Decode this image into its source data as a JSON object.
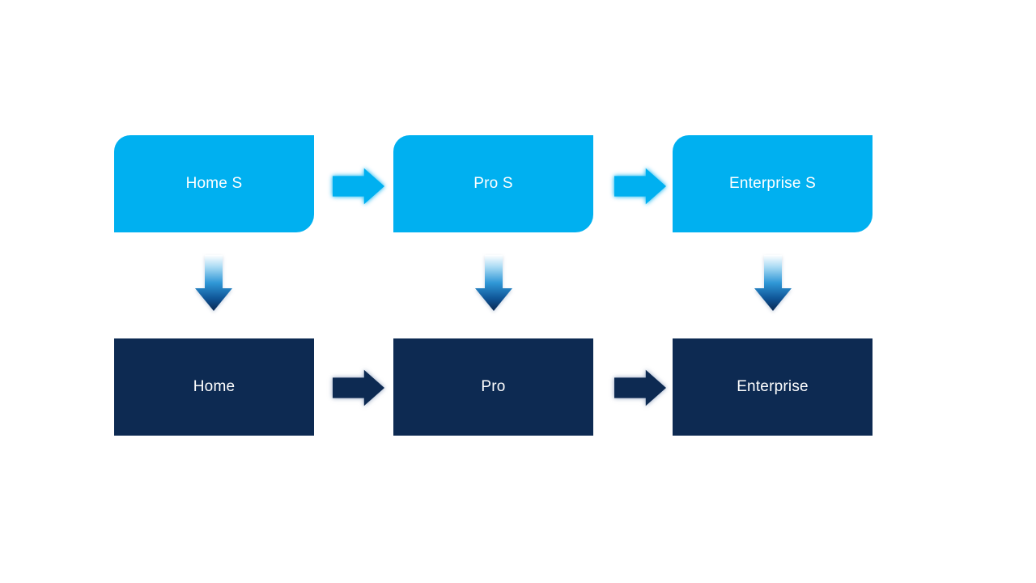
{
  "diagram": {
    "type": "flow",
    "columns": [
      {
        "top": "Home S",
        "bottom": "Home"
      },
      {
        "top": "Pro S",
        "bottom": "Pro"
      },
      {
        "top": "Enterprise S",
        "bottom": "Enterprise"
      }
    ],
    "colors": {
      "background": "#ffffff",
      "top_box_fill": "#00b0f0",
      "bottom_box_fill": "#0d2a52",
      "label_text": "#ffffff",
      "down_arrow_gradient": [
        "#ffffff",
        "#a6d9f3",
        "#2f97d6",
        "#0f5597",
        "#092850"
      ]
    }
  }
}
